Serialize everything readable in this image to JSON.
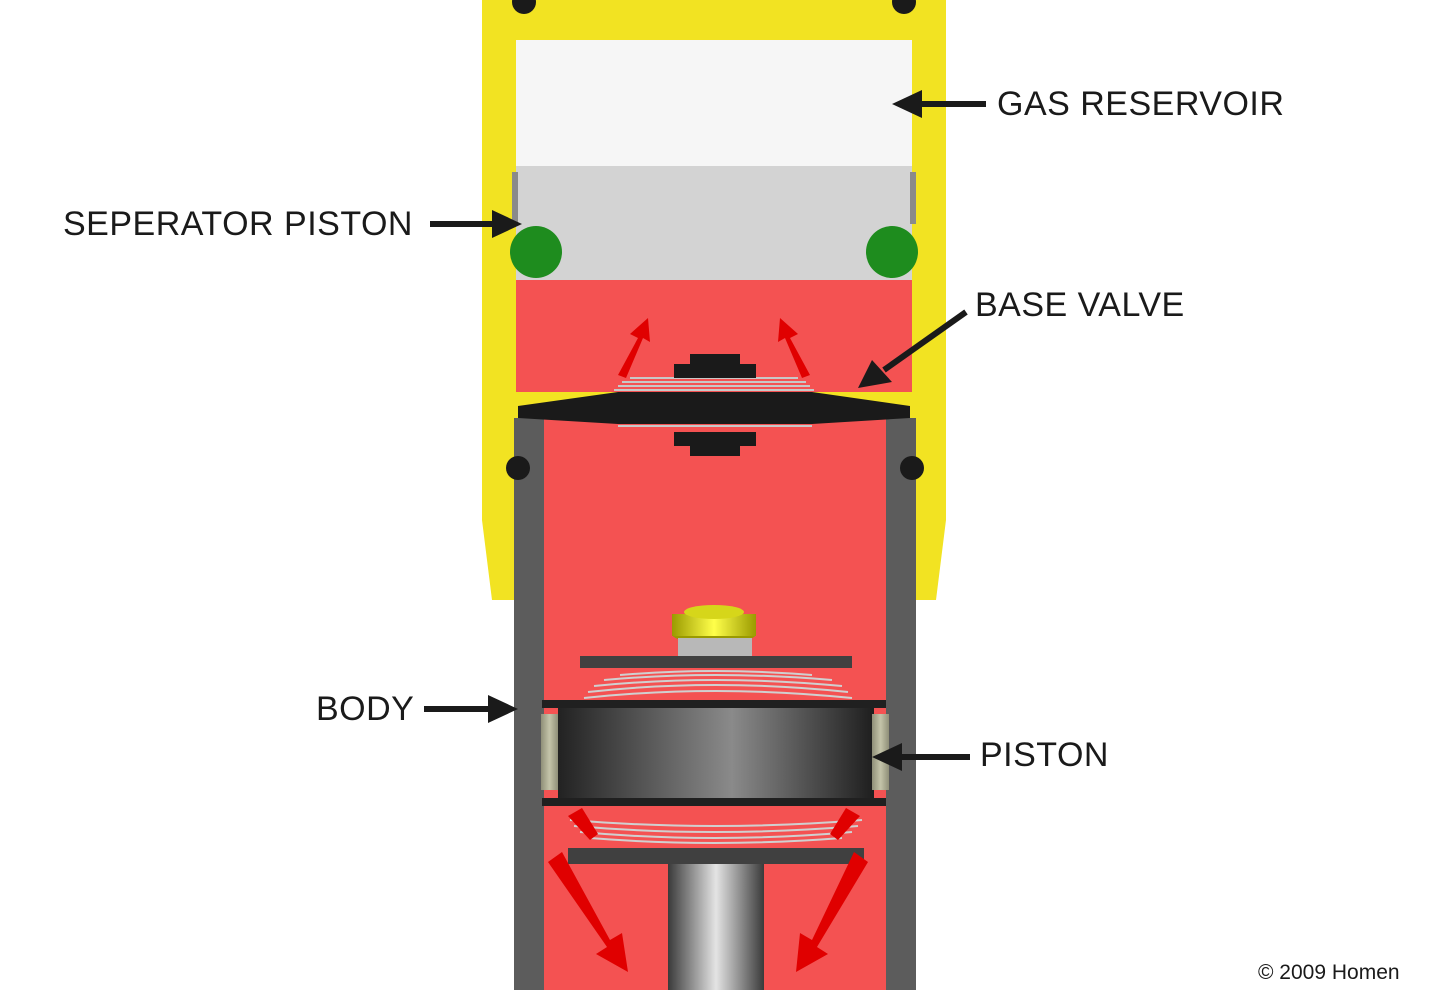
{
  "labels": {
    "gas_reservoir": "GAS RESERVOIR",
    "separator_piston": "SEPERATOR PISTON",
    "base_valve": "BASE VALVE",
    "body": "BODY",
    "piston": "PISTON"
  },
  "copyright": "© 2009 Homen",
  "colors": {
    "reservoir_yellow": "#f2e322",
    "oil_red": "#f45252",
    "gas_white": "#f6f6f6",
    "separator_gray": "#d3d3d3",
    "seal_green": "#1e8c1e",
    "body_gray": "#5c5c5c",
    "flow_arrow_red": "#e00000",
    "label_arrow": "#1a1a1a"
  }
}
